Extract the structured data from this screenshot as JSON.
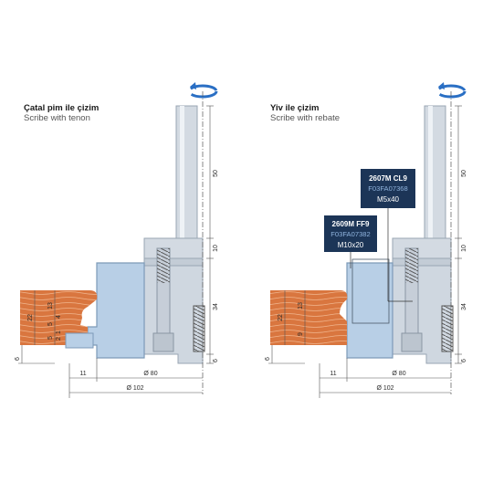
{
  "colors": {
    "wood": "#d9763f",
    "wood_grain": "#f0b48c",
    "cutter": "#b8cfe6",
    "cutter_edge": "#7d9ab8",
    "steel": "#d3dae2",
    "steel_dark": "#9aa6b3",
    "rotation_arrow": "#2a6fc4",
    "label_bg": "#1c3557"
  },
  "left": {
    "title_tr": "Çatal pim ile çizim",
    "title_en": "Scribe with tenon",
    "dims": {
      "shank": "50",
      "collar": "10",
      "body": "34",
      "bottom": "6",
      "wood_total": "22",
      "d13": "13",
      "d5": "5",
      "d4": "4",
      "d1": "1",
      "d2": "2",
      "d5b": "5",
      "offset": "6",
      "radial": "11",
      "dia_cutter": "Ø 80",
      "dia_total": "Ø 102"
    }
  },
  "right": {
    "title_tr": "Yiv ile çizim",
    "title_en": "Scribe with rebate",
    "label_upper": {
      "model": "2607M  CL9",
      "code": "F03FA07368",
      "size": "M5x40"
    },
    "label_lower": {
      "model": "2609M  FF9",
      "code": "F03FA07382",
      "size": "M10x20"
    },
    "dims": {
      "shank": "50",
      "collar": "10",
      "body": "34",
      "bottom": "6",
      "wood_total": "22",
      "d13": "13",
      "d9": "9",
      "offset": "6",
      "radial": "11",
      "dia_cutter": "Ø 80",
      "dia_total": "Ø 102"
    }
  }
}
